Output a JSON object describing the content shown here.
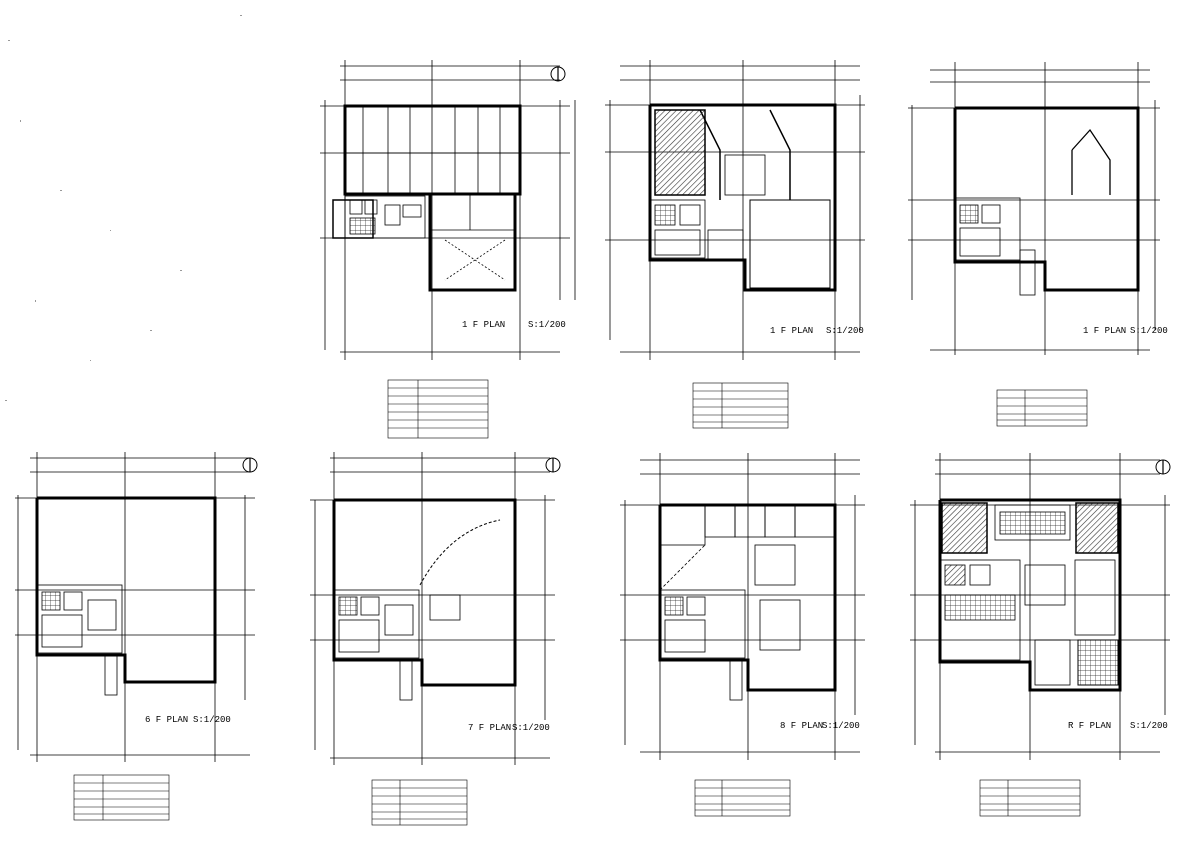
{
  "sheet": {
    "ink_color": "#000000",
    "paper_color": "#ffffff",
    "hatch_color": "#333333"
  },
  "plans": [
    {
      "id": "plan-row1-col1",
      "label": "1 F  PLAN",
      "scale": "S:1/200"
    },
    {
      "id": "plan-row1-col2",
      "label": "1 F  PLAN",
      "scale": "S:1/200"
    },
    {
      "id": "plan-row1-col3",
      "label": "1 F  PLAN",
      "scale": "S:1/200"
    },
    {
      "id": "plan-row2-col1",
      "label": "6 F  PLAN",
      "scale": "S:1/200"
    },
    {
      "id": "plan-row2-col2",
      "label": "7 F  PLAN",
      "scale": "S:1/200"
    },
    {
      "id": "plan-row2-col3",
      "label": "8 F  PLAN",
      "scale": "S:1/200"
    },
    {
      "id": "plan-row2-col4",
      "label": "R F  PLAN",
      "scale": "S:1/200"
    }
  ],
  "icons": {
    "north_arrow": "north-arrow-icon"
  }
}
